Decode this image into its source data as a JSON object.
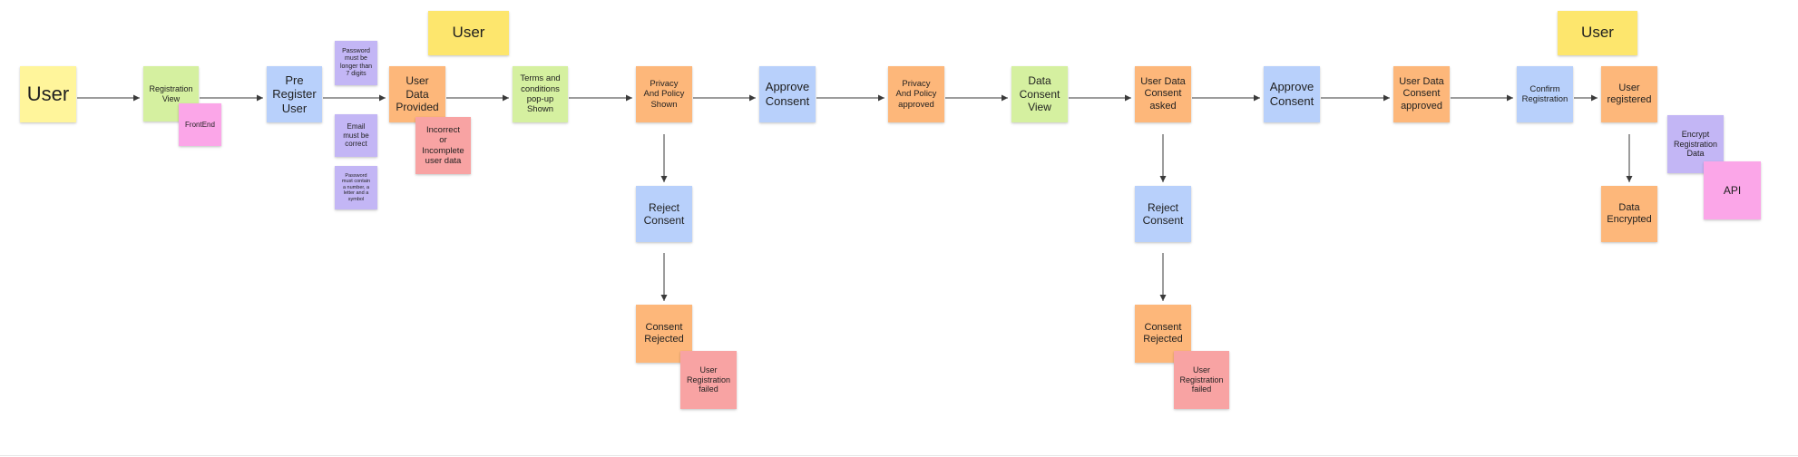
{
  "colors": {
    "yellow": "#fff59b",
    "yellow_strong": "#fde66d",
    "green": "#d5f0a0",
    "blue": "#b8d0fb",
    "orange": "#fdb77a",
    "pink": "#fba6e8",
    "purple": "#c3b6f5",
    "red": "#f8a3a3",
    "arrow": "#3a3a3a"
  },
  "notes": {
    "user_start": "User",
    "registration_view": "Registration\nView",
    "frontend": "FrontEnd",
    "pre_register_user": "Pre\nRegister\nUser",
    "password_rule": "Password\nmust be\nlonger than\n7 digits",
    "email_rule": "Email\nmust be\ncorrect",
    "password_charset_rule": "Password\nmust contain\na number, a\nletter and a\nsymbol",
    "user_label_top": "User",
    "user_data_provided": "User\nData\nProvided",
    "incorrect_data": "Incorrect\nor\nIncomplete\nuser data",
    "terms_popup": "Terms and\nconditions\npop-up\nShown",
    "privacy_shown": "Privacy\nAnd Policy\nShown",
    "reject_consent_1": "Reject\nConsent",
    "consent_rejected_1": "Consent\nRejected",
    "registration_failed_1": "User\nRegistration\nfailed",
    "approve_consent_1": "Approve\nConsent",
    "privacy_approved": "Privacy\nAnd Policy\napproved",
    "data_consent_view": "Data\nConsent\nView",
    "user_data_consent_asked": "User Data\nConsent\nasked",
    "reject_consent_2": "Reject\nConsent",
    "consent_rejected_2": "Consent\nRejected",
    "registration_failed_2": "User\nRegistration\nfailed",
    "approve_consent_2": "Approve\nConsent",
    "user_data_consent_approved": "User Data\nConsent\napproved",
    "confirm_registration": "Confirm\nRegistration",
    "user_label_top_right": "User",
    "user_registered": "User\nregistered",
    "encrypt_registration_data": "Encrypt\nRegistration\nData",
    "api": "API",
    "data_encrypted": "Data\nEncrypted"
  }
}
